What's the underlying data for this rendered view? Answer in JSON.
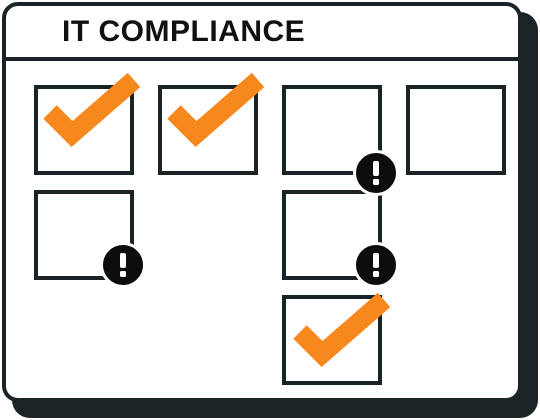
{
  "header": {
    "title": "IT COMPLIANCE"
  },
  "colors": {
    "check": "#f7881e",
    "outline": "#1a2426",
    "alert": "#0d0d0d"
  },
  "tasks": [
    {
      "id": 1,
      "status": "complete",
      "icon": "checkmark-icon"
    },
    {
      "id": 2,
      "status": "complete",
      "icon": "checkmark-icon"
    },
    {
      "id": 3,
      "status": "alert",
      "icon": "exclamation-icon"
    },
    {
      "id": 4,
      "status": "empty"
    },
    {
      "id": 5,
      "status": "alert",
      "icon": "exclamation-icon"
    },
    {
      "id": 6,
      "status": "alert",
      "icon": "exclamation-icon"
    },
    {
      "id": 7,
      "status": "complete",
      "icon": "checkmark-icon"
    }
  ]
}
